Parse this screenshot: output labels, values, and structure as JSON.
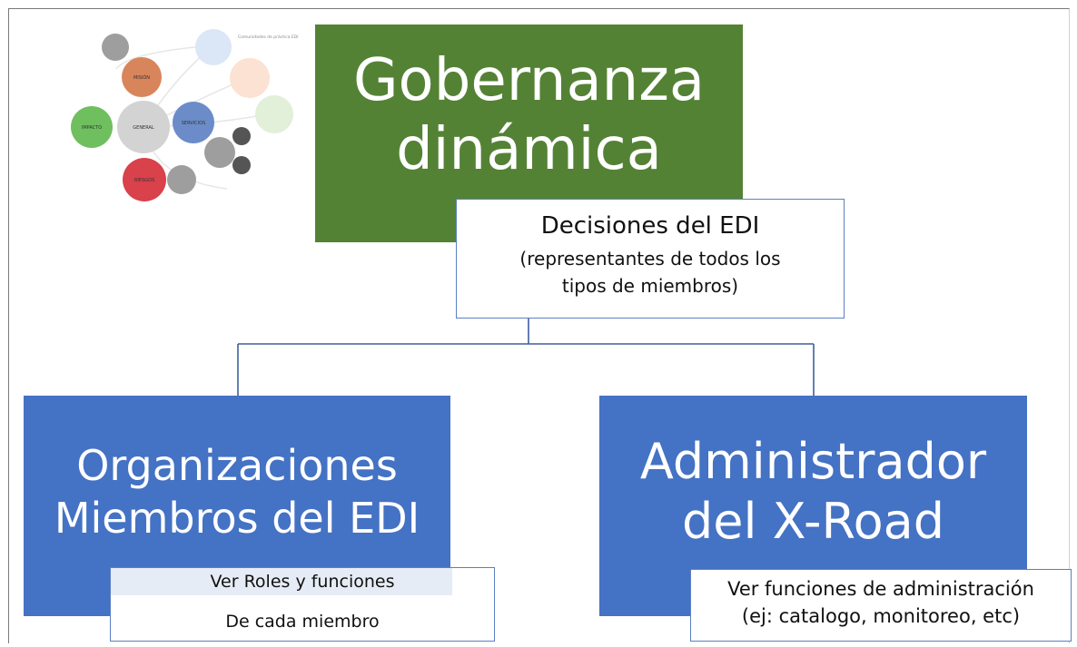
{
  "header": {
    "title": "Gobernanza\ndinámica"
  },
  "decision": {
    "title": "Decisiones del EDI",
    "subtitle": "(representantes de todos los\ntipos de miembros)"
  },
  "organizaciones": {
    "title": "Organizaciones\nMiembros del EDI",
    "note_line1": "Ver Roles y funciones",
    "note_line2": "De cada miembro"
  },
  "administrador": {
    "title": "Administrador\ndel X-Road",
    "note": "Ver funciones de administración\n(ej: catalogo, monitoreo, etc)"
  },
  "thumbnail": {
    "caption": "Comunidades de práctica EDI",
    "nodes": [
      {
        "label": "",
        "color": "#9e9e9e"
      },
      {
        "label": "MISIÓN",
        "color": "#d9855b"
      },
      {
        "label": "GENERAL",
        "color": "#d3d3d3"
      },
      {
        "label": "IMPACTO",
        "color": "#6fbf5f"
      },
      {
        "label": "SERVICIOS",
        "color": "#6b8cc9"
      },
      {
        "label": "RIESGOS",
        "color": "#d9414b"
      }
    ]
  },
  "colors": {
    "green": "#548235",
    "blue": "#4472c4",
    "connector": "#3f5f9f"
  }
}
